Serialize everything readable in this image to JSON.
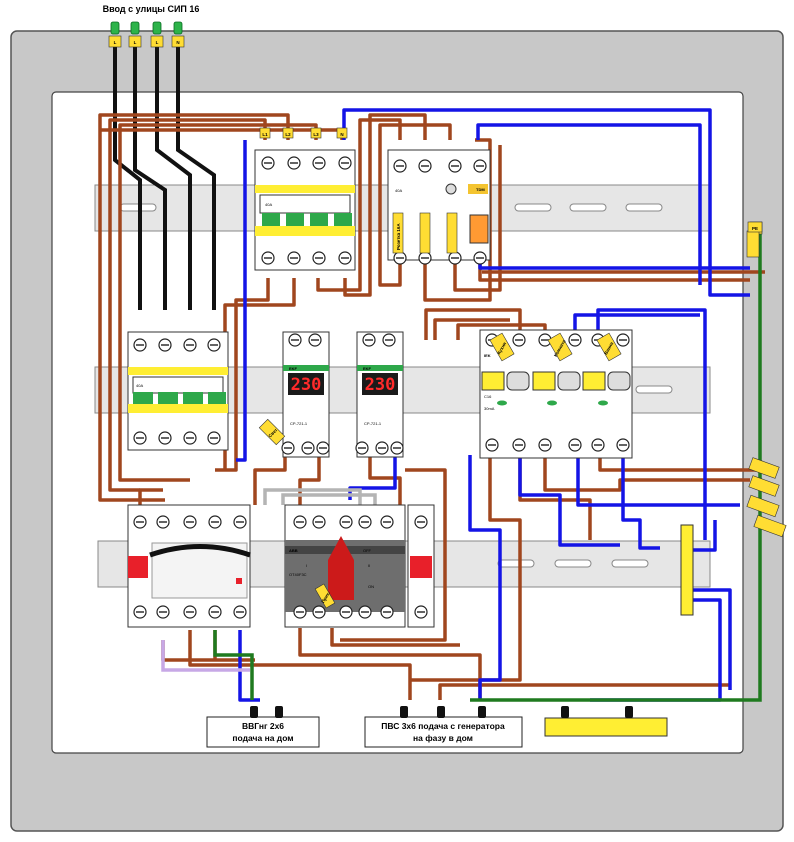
{
  "header": {
    "input_title": "Ввод с улицы СИП 16"
  },
  "input_terminals": [
    "L",
    "L",
    "L",
    "N"
  ],
  "phase_tags": {
    "l1": "L1",
    "l2": "L2",
    "l3": "L3",
    "n": "N",
    "pe": "PE"
  },
  "voltage_relays": [
    {
      "reading": "230",
      "brand": "EKF",
      "model": "CP-721-1"
    },
    {
      "reading": "230",
      "brand": "EKF",
      "model": "CP-721-1"
    }
  ],
  "breakers": {
    "main_top_rating": "40A",
    "left_input_rating": "40A",
    "top_right_brand": "TDM",
    "top_right_rating": "40A"
  },
  "changeover_switch": {
    "brand": "ABB",
    "model": "OT40F3C",
    "off_label": "OFF",
    "on_label": "ON",
    "pos_1": "I",
    "pos_2": "II"
  },
  "rcbo": {
    "brand": "IEK",
    "rating": "C16",
    "leakage": "30mA"
  },
  "wire_tags": {
    "kitchen": "Кухня",
    "room": "Комната",
    "bath": "Ванна",
    "hall": "Прих.",
    "outlet": "Розетка 16А",
    "light": "Свет"
  },
  "cable_labels": {
    "house_feed": [
      "ВВГнг 2х6",
      "подача на дом"
    ],
    "generator_feed": [
      "ПВС 3х6 подача с генератора",
      "на фазу в дом"
    ]
  },
  "colors": {
    "phase": "#a0461e",
    "neutral": "#1414e6",
    "earth": "#1f7a1f",
    "input": "#111111",
    "busbar": "#ffee33",
    "panel": "#c8c8c8",
    "changeover_body": "#6e6e6e",
    "handle": "#cc1a1a"
  }
}
